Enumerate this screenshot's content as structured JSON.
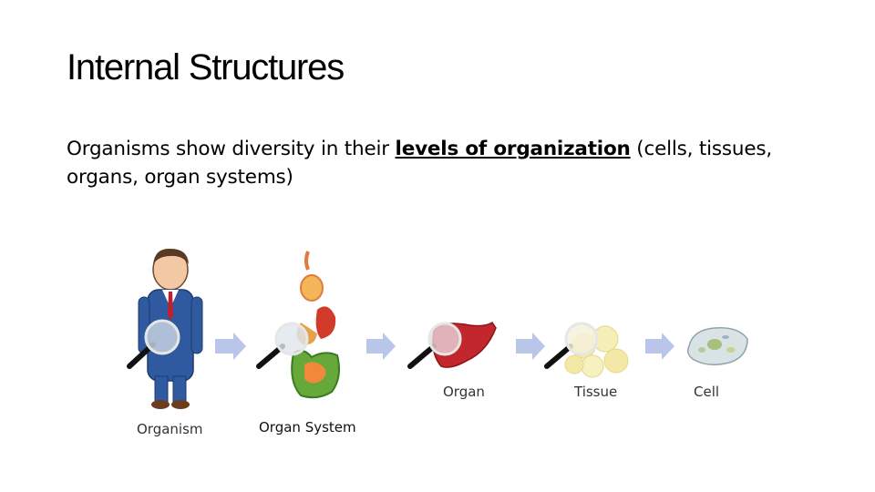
{
  "slide": {
    "title": "Internal Structures",
    "text_before": "Organisms show diversity in their ",
    "text_emphasis": "levels of organization",
    "text_after": " (cells, tissues, organs, organ systems)"
  },
  "diagram": {
    "labels": {
      "organism": "Organism",
      "organ_system": "Organ System",
      "organ": "Organ",
      "tissue": "Tissue",
      "cell": "Cell"
    }
  },
  "colors": {
    "arrow": "#b9c6ea",
    "suit": "#2f5aa0",
    "liver": "#c2272d",
    "tissue": "#f3e8a6",
    "cell": "#d9e3e6"
  }
}
